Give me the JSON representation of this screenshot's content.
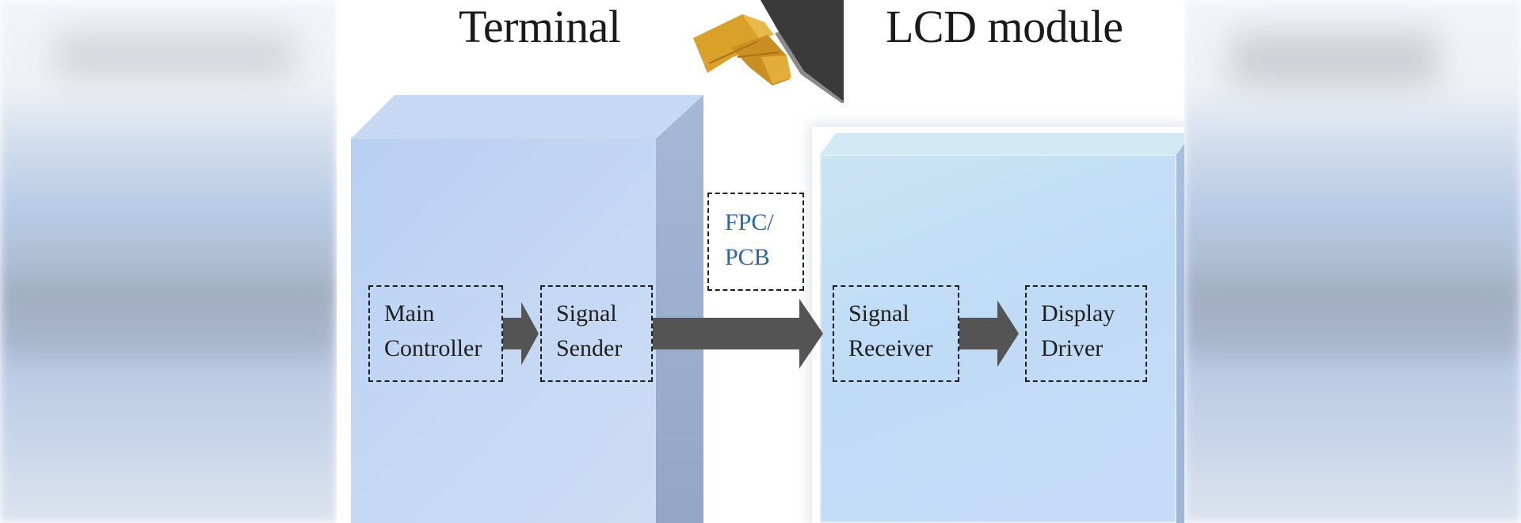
{
  "headings": {
    "terminal": "Terminal",
    "lcd_module": "LCD module"
  },
  "components": {
    "main_controller": {
      "line1": "Main",
      "line2": "Controller"
    },
    "signal_sender": {
      "line1": "Signal",
      "line2": "Sender"
    },
    "fpc_pcb": {
      "line1": "FPC/",
      "line2": "PCB"
    },
    "signal_receiver": {
      "line1": "Signal",
      "line2": "Receiver"
    },
    "display_driver": {
      "line1": "Display",
      "line2": "Driver"
    }
  },
  "flow": [
    {
      "from": "Main Controller",
      "to": "Signal Sender"
    },
    {
      "from": "Signal Sender",
      "to": "Signal Receiver"
    },
    {
      "from": "Signal Receiver",
      "to": "Display Driver"
    }
  ],
  "colors": {
    "terminal_box": "#c0d4f3",
    "lcd_box": "#c4dff5",
    "arrow": "#545454",
    "fpc_text": "#2a67a8",
    "dashed_border": "#1e1e1e"
  },
  "icons": {
    "connector_photo": "fpc-connector-icon"
  }
}
